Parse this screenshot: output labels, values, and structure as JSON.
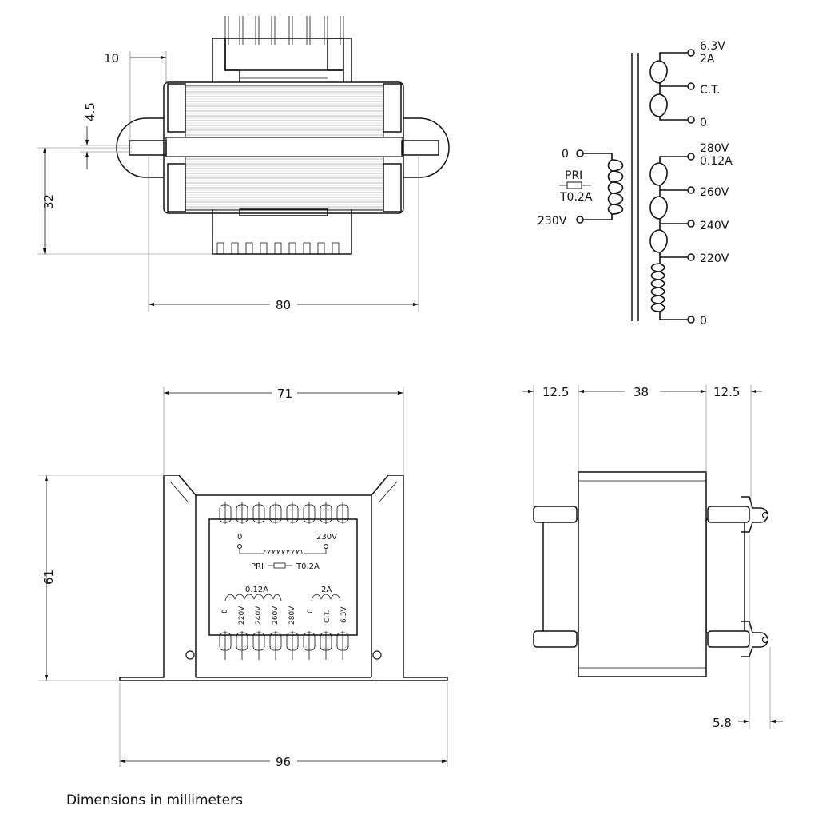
{
  "top_view": {
    "dim_10": "10",
    "dim_4_5": "4.5",
    "dim_32": "32",
    "dim_80": "80"
  },
  "schematic": {
    "primary": {
      "top_terminal": "0",
      "fuse_label": "PRI",
      "fuse_rating": "T0.2A",
      "bottom_terminal": "230V"
    },
    "secondary_low": {
      "voltage": "6.3V",
      "current": "2A",
      "center_tap": "C.T.",
      "zero": "0"
    },
    "secondary_high": {
      "voltage": "280V",
      "current": "0.12A",
      "tap_260": "260V",
      "tap_240": "240V",
      "tap_220": "220V",
      "zero": "0"
    }
  },
  "front_view": {
    "dim_71": "71",
    "dim_61": "61",
    "dim_96": "96",
    "label": {
      "pri_zero": "0",
      "pri_230": "230V",
      "pri": "PRI",
      "fuse": "T0.2A",
      "hv_current": "0.12A",
      "lv_current": "2A",
      "terminals": [
        "0",
        "220V",
        "240V",
        "260V",
        "280V",
        "0",
        "C.T.",
        "6.3V"
      ]
    }
  },
  "side_view": {
    "dim_left": "12.5",
    "dim_center": "38",
    "dim_right": "12.5",
    "dim_5_8": "5.8"
  },
  "caption": "Dimensions in millimeters"
}
